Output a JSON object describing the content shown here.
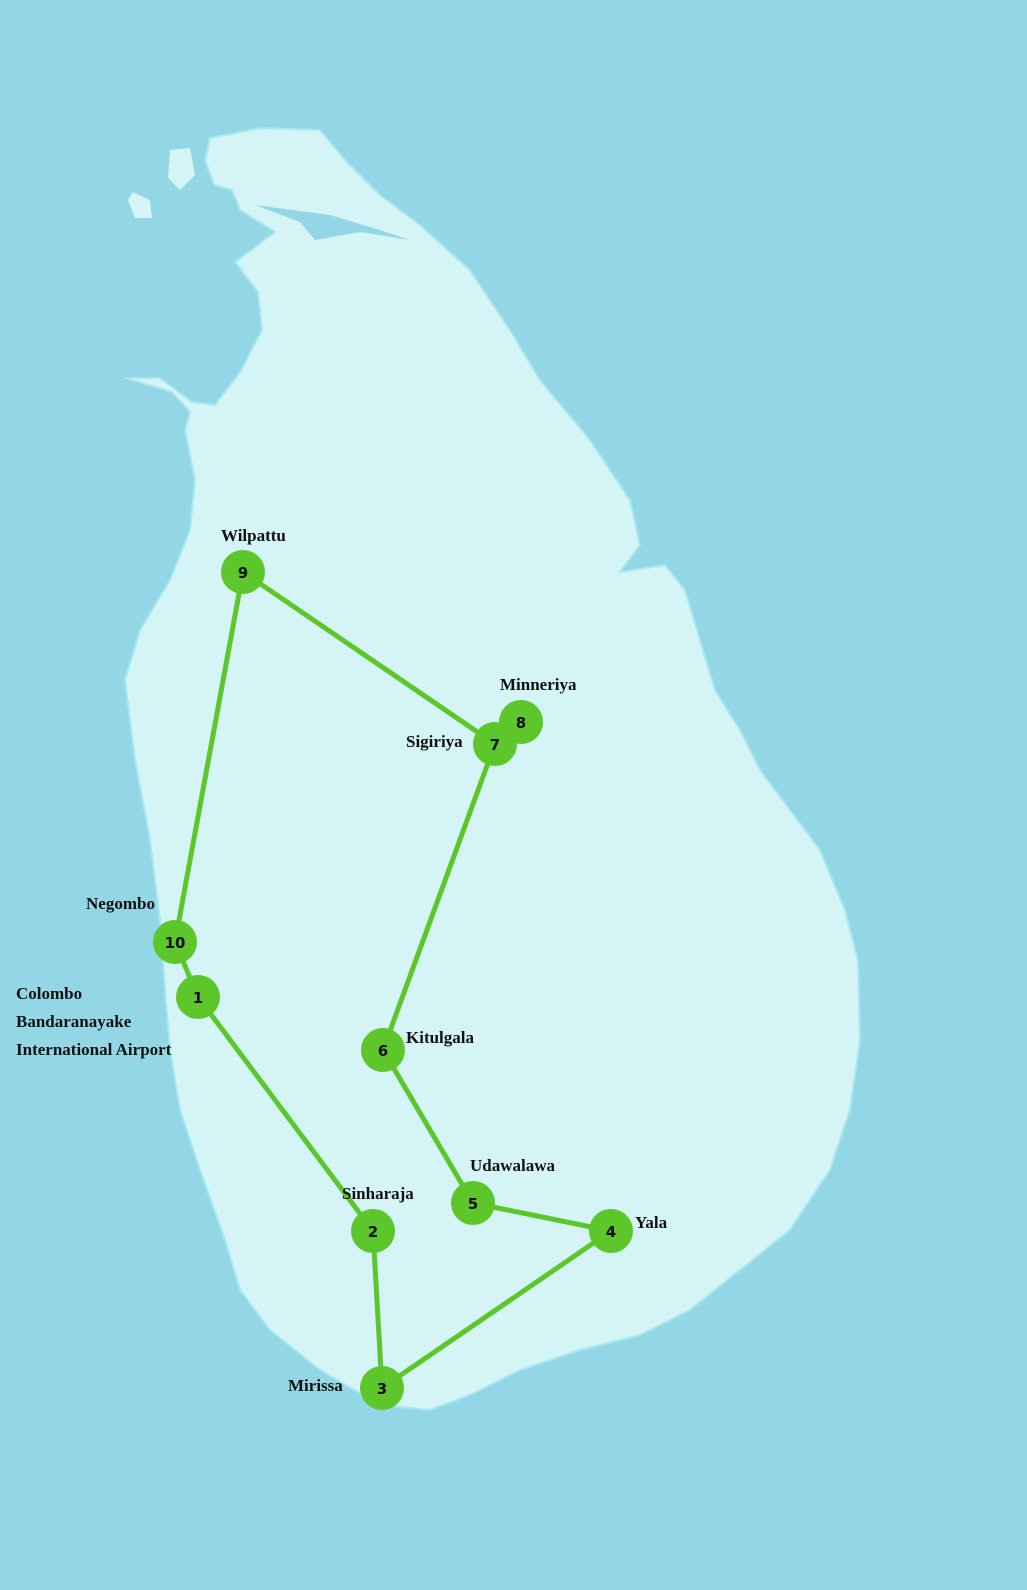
{
  "map": {
    "colors": {
      "sea": "#93d7e6",
      "land": "#d4f4f5",
      "route": "#5cc62b"
    },
    "stops": [
      {
        "id": 1,
        "number": "1",
        "label": "Colombo Bandaranayake International Airport",
        "label_lines": [
          "Colombo",
          "Bandaranayake",
          "International Airport"
        ]
      },
      {
        "id": 2,
        "number": "2",
        "label": "Sinharaja"
      },
      {
        "id": 3,
        "number": "3",
        "label": "Mirissa"
      },
      {
        "id": 4,
        "number": "4",
        "label": "Yala"
      },
      {
        "id": 5,
        "number": "5",
        "label": "Udawalawa"
      },
      {
        "id": 6,
        "number": "6",
        "label": "Kitulgala"
      },
      {
        "id": 7,
        "number": "7",
        "label": "Sigiriya"
      },
      {
        "id": 8,
        "number": "8",
        "label": "Minneriya"
      },
      {
        "id": 9,
        "number": "9",
        "label": "Wilpattu"
      },
      {
        "id": 10,
        "number": "10",
        "label": "Negombo"
      }
    ],
    "route": [
      1,
      2,
      3,
      4,
      5,
      6,
      7,
      9,
      10,
      1
    ]
  }
}
